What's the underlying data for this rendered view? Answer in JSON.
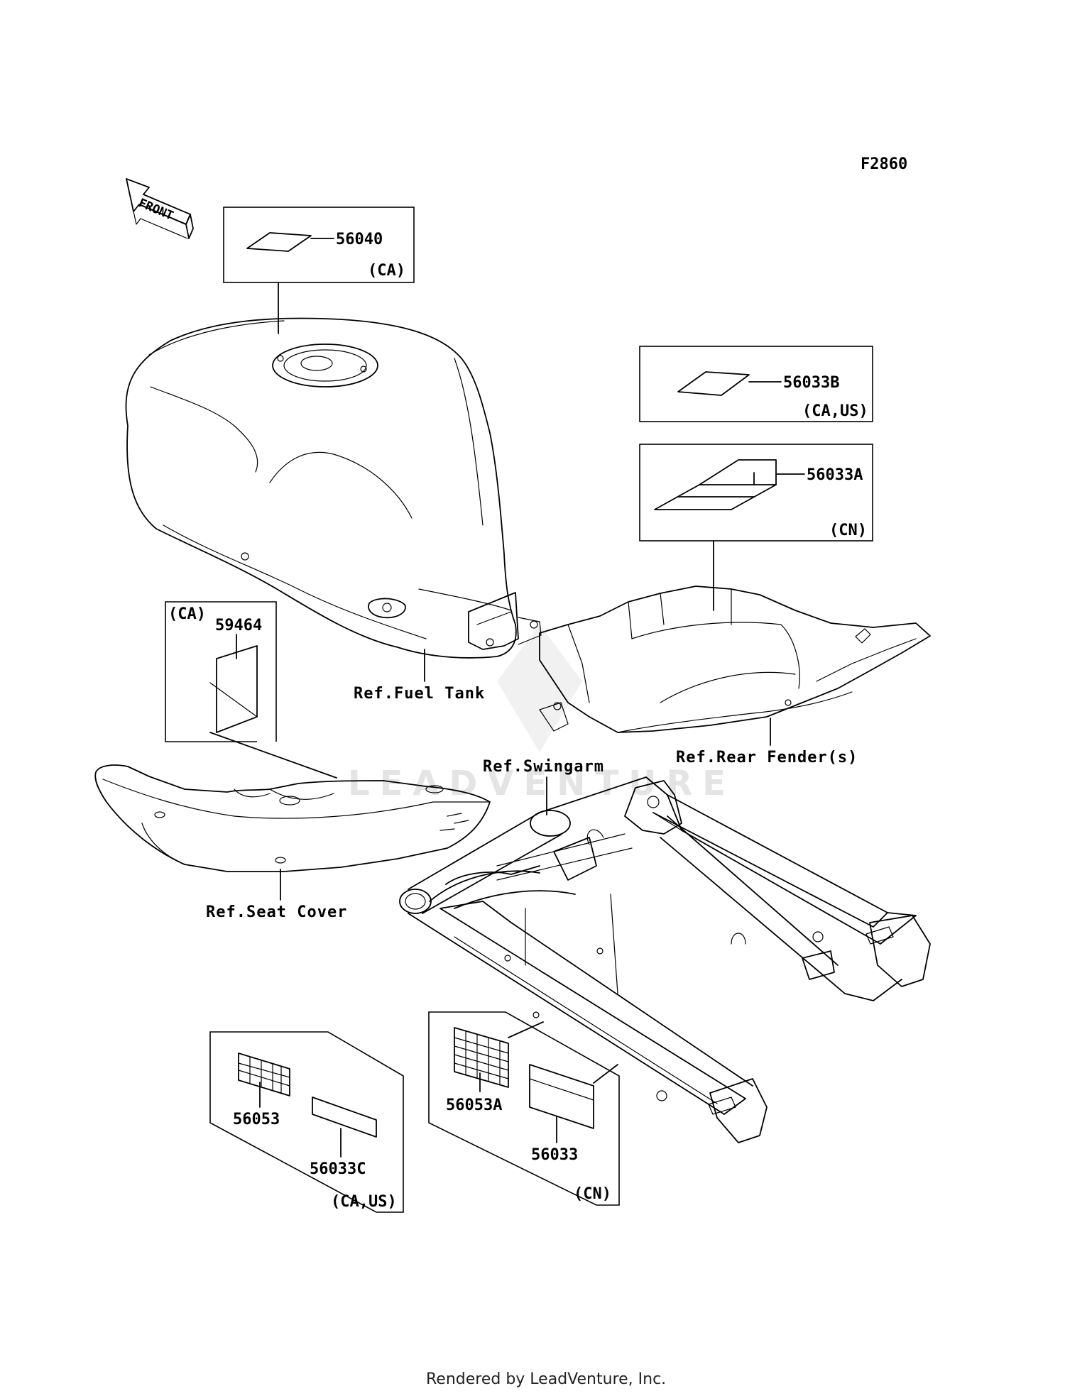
{
  "diagram_code": "F2860",
  "front_arrow": {
    "label": "FRONT",
    "icon": "front-arrow-icon"
  },
  "parts": {
    "p56040": {
      "number": "56040",
      "region": "(CA)"
    },
    "p56033B": {
      "number": "56033B",
      "region": "(CA,US)"
    },
    "p56033A": {
      "number": "56033A",
      "region": "(CN)"
    },
    "p59464": {
      "number": "59464",
      "region": "(CA)"
    },
    "p56053": {
      "number": "56053"
    },
    "p56033C": {
      "number": "56033C"
    },
    "group_left_region": "(CA,US)",
    "p56053A": {
      "number": "56053A"
    },
    "p56033": {
      "number": "56033"
    },
    "group_right_region": "(CN)"
  },
  "references": {
    "fuel_tank": "Ref.Fuel Tank",
    "rear_fender": "Ref.Rear Fender(s)",
    "swingarm": "Ref.Swingarm",
    "seat_cover": "Ref.Seat Cover"
  },
  "watermark": "LEADVENTURE",
  "footer": "Rendered by LeadVenture, Inc."
}
